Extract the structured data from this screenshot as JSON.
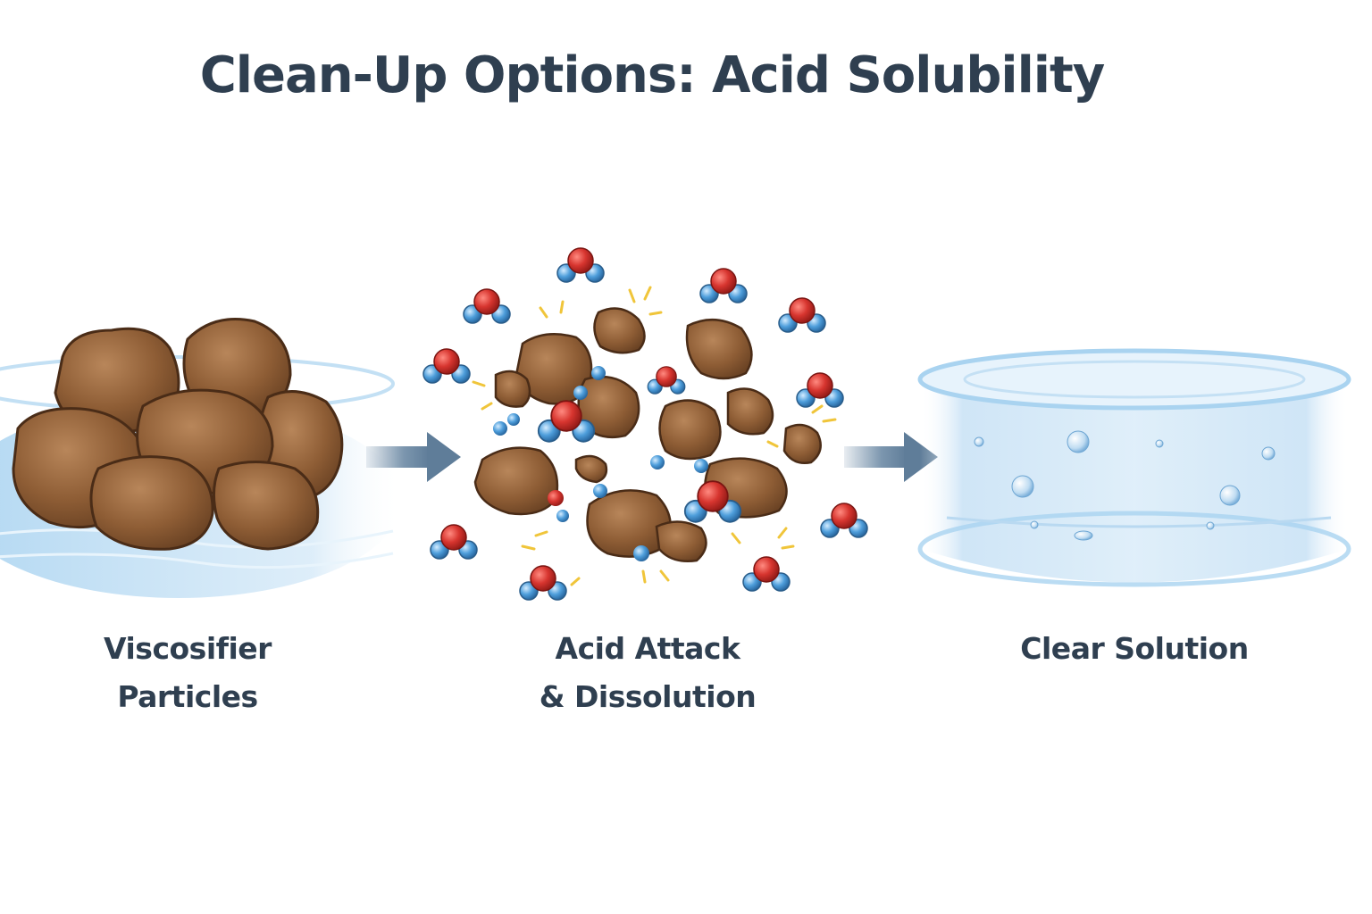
{
  "title": "Clean-Up Options: Acid Solubility",
  "stages": [
    {
      "line1": "Viscosifier",
      "line2": "Particles"
    },
    {
      "line1": "Acid Attack",
      "line2": "& Dissolution"
    },
    {
      "line1": "Clear Solution",
      "line2": ""
    }
  ],
  "colors": {
    "title": "#2f3f50",
    "particle": "#8b5a33",
    "particle_outline": "#4a2c17",
    "water": "#cfe6f7",
    "arrow": "#6d8aa5",
    "acid_red": "#d7352f",
    "acid_blue": "#4e9edb",
    "spark": "#f0c53a"
  },
  "icons": [
    "particle-cluster",
    "right-arrow-icon",
    "acid-molecule-icon",
    "water-tank"
  ]
}
